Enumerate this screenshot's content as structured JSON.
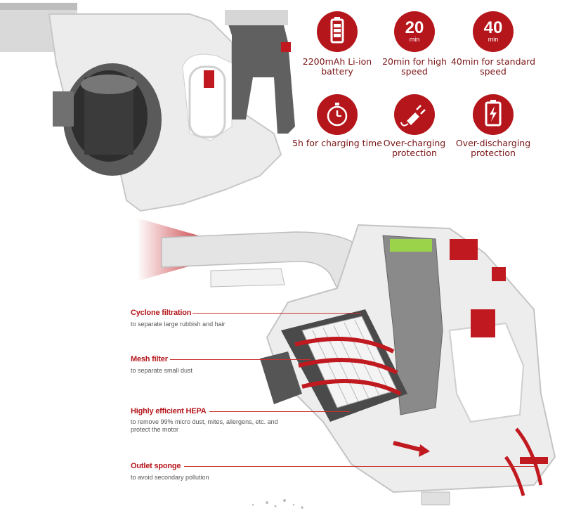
{
  "specs": [
    {
      "value": "",
      "unit": "",
      "label": "2200mAh Li-ion battery",
      "icon": "battery-icon"
    },
    {
      "value": "20",
      "unit": "min",
      "label": "20min for high speed",
      "icon": ""
    },
    {
      "value": "40",
      "unit": "min",
      "label": "40min for standard speed",
      "icon": ""
    },
    {
      "value": "",
      "unit": "",
      "label": "5h for charging time",
      "icon": "stopwatch-icon"
    },
    {
      "value": "",
      "unit": "",
      "label": "Over-charging protection",
      "icon": "plug-icon"
    },
    {
      "value": "",
      "unit": "",
      "label": "Over-discharging protection",
      "icon": "charging-battery-icon"
    }
  ],
  "callouts": [
    {
      "title": "Cyclone filtration",
      "desc": "to separate large rubbish and hair"
    },
    {
      "title": "Mesh filter",
      "desc": "to separate small dust"
    },
    {
      "title": "Highly efficient HEPA",
      "desc": "to remove 99% micro dust, mites, allergens, etc. and protect the motor"
    },
    {
      "title": "Outlet sponge",
      "desc": "to avoid secondary pollution"
    }
  ],
  "colors": {
    "accent": "#b5161b",
    "body": "#e8e8e8",
    "dark": "#4a4a4a"
  }
}
